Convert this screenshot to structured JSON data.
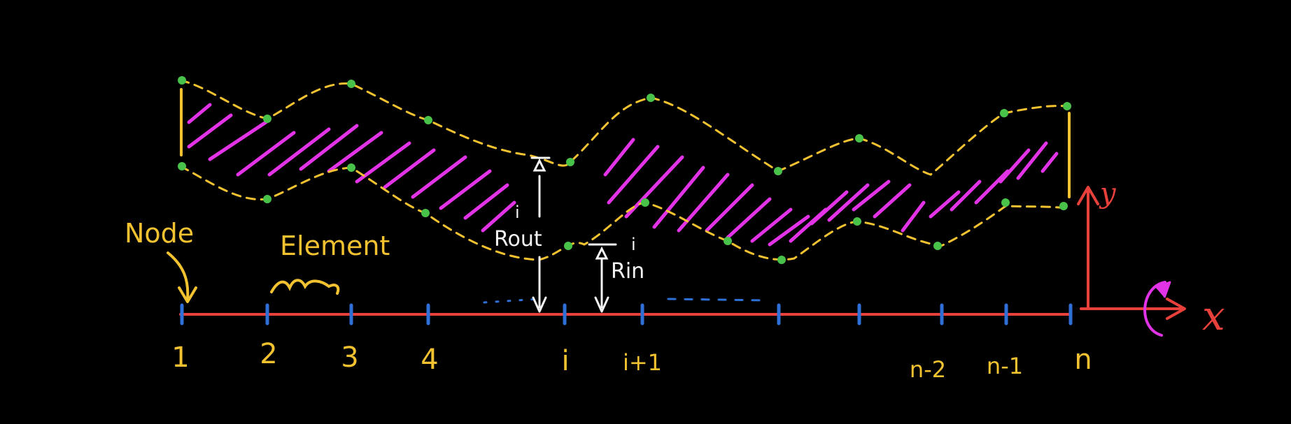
{
  "colors": {
    "background": "#000000",
    "outline": "#f2c230",
    "hatch": "#e233e6",
    "axis": "#e8413c",
    "node_tick": "#2f6fd8",
    "node_point": "#49c24a",
    "annotation": "#f4f4f4",
    "rotation": "#e233e6"
  },
  "labels": {
    "node": "Node",
    "element": "Element",
    "r_out": "Rout",
    "r_out_sup": "i",
    "r_in": "Rin",
    "r_in_sup": "i",
    "x_axis": "x",
    "y_axis": "y"
  },
  "nodes": [
    "1",
    "2",
    "3",
    "4",
    "i",
    "i+1",
    "n-2",
    "n-1",
    "n"
  ]
}
